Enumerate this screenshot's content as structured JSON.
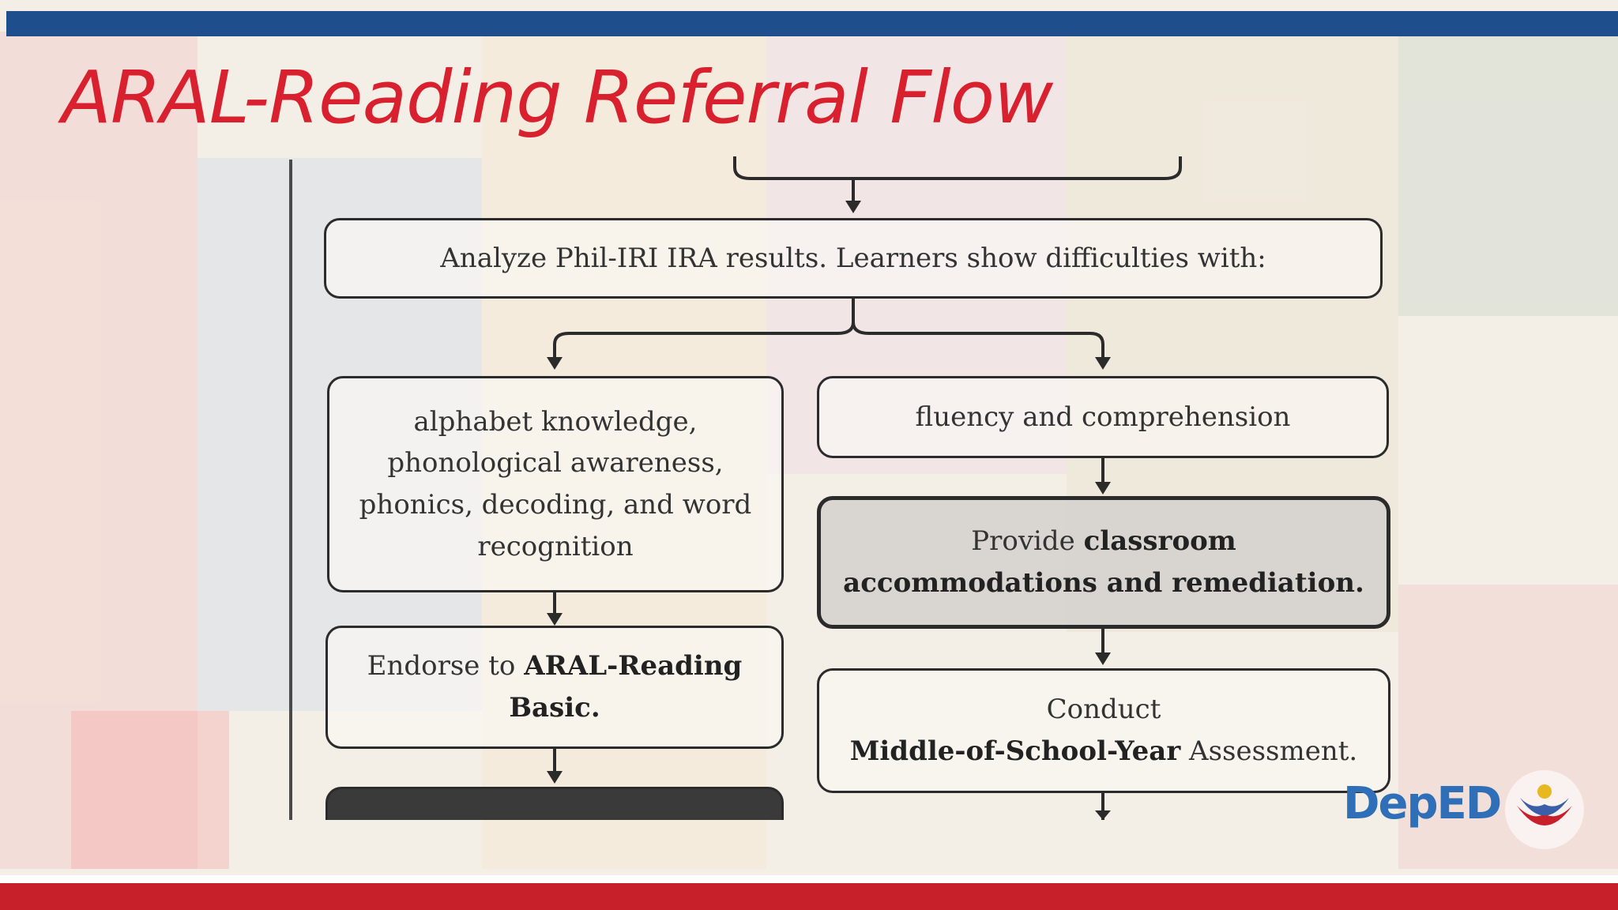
{
  "slide": {
    "title": "ARAL-Reading Referral Flow"
  },
  "flow": {
    "analyze": "Analyze Phil-IRI IRA results. Learners show difficulties with:",
    "left_branch": {
      "difficulty": "alphabet knowledge, phonological awareness, phonics, decoding, and word recognition",
      "endorse_pre": "Endorse to ",
      "endorse_bold": "ARAL-Reading Basic."
    },
    "right_branch": {
      "difficulty": "fluency and comprehension",
      "provide_pre": "Provide ",
      "provide_bold": "classroom accommodations and remediation.",
      "conduct_pre": "Conduct",
      "conduct_bold": "Middle-of-School-Year",
      "conduct_post": " Assessment."
    }
  },
  "logos": {
    "deped": "DepED"
  },
  "colors": {
    "title": "#d8202f",
    "top_bar": "#1f4e8c",
    "bottom_bar": "#c8202a",
    "deped_logo": "#2f6fb7"
  },
  "icons": [
    "seal-icon",
    "arrow-down-icon"
  ]
}
